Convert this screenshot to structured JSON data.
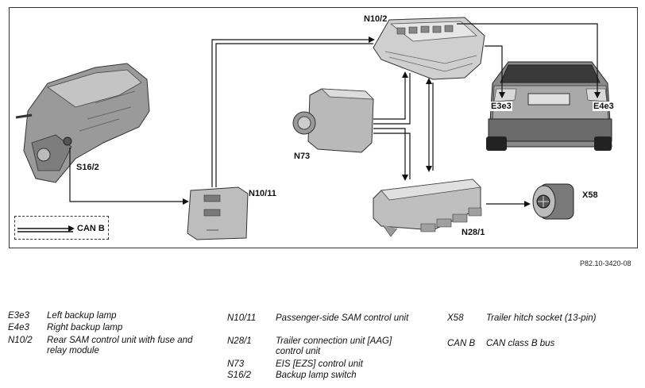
{
  "diagram": {
    "labels": {
      "n10_2": "N10/2",
      "n10_11": "N10/11",
      "n73": "N73",
      "n28_1": "N28/1",
      "x58": "X58",
      "s16_2": "S16/2",
      "e3e3": "E3e3",
      "e4e3": "E4e3",
      "canb": "CAN B"
    },
    "reference": "P82.10-3420-08"
  },
  "legend": {
    "col1": [
      {
        "code": "E3e3",
        "text": "Left backup lamp"
      },
      {
        "code": "E4e3",
        "text": "Right backup lamp"
      },
      {
        "code": "N10/2",
        "text": "Rear SAM control unit with fuse and relay module"
      }
    ],
    "col2": [
      {
        "code": "N10/11",
        "text": "Passenger-side SAM control unit"
      },
      {
        "code": "N28/1",
        "text": "Trailer connection unit [AAG] control unit"
      },
      {
        "code": "N73",
        "text": "EIS [EZS] control unit"
      },
      {
        "code": "S16/2",
        "text": "Backup lamp switch"
      }
    ],
    "col3": [
      {
        "code": "X58",
        "text": "Trailer hitch socket (13-pin)"
      },
      {
        "code": "CAN B",
        "text": "CAN class B bus"
      }
    ]
  }
}
